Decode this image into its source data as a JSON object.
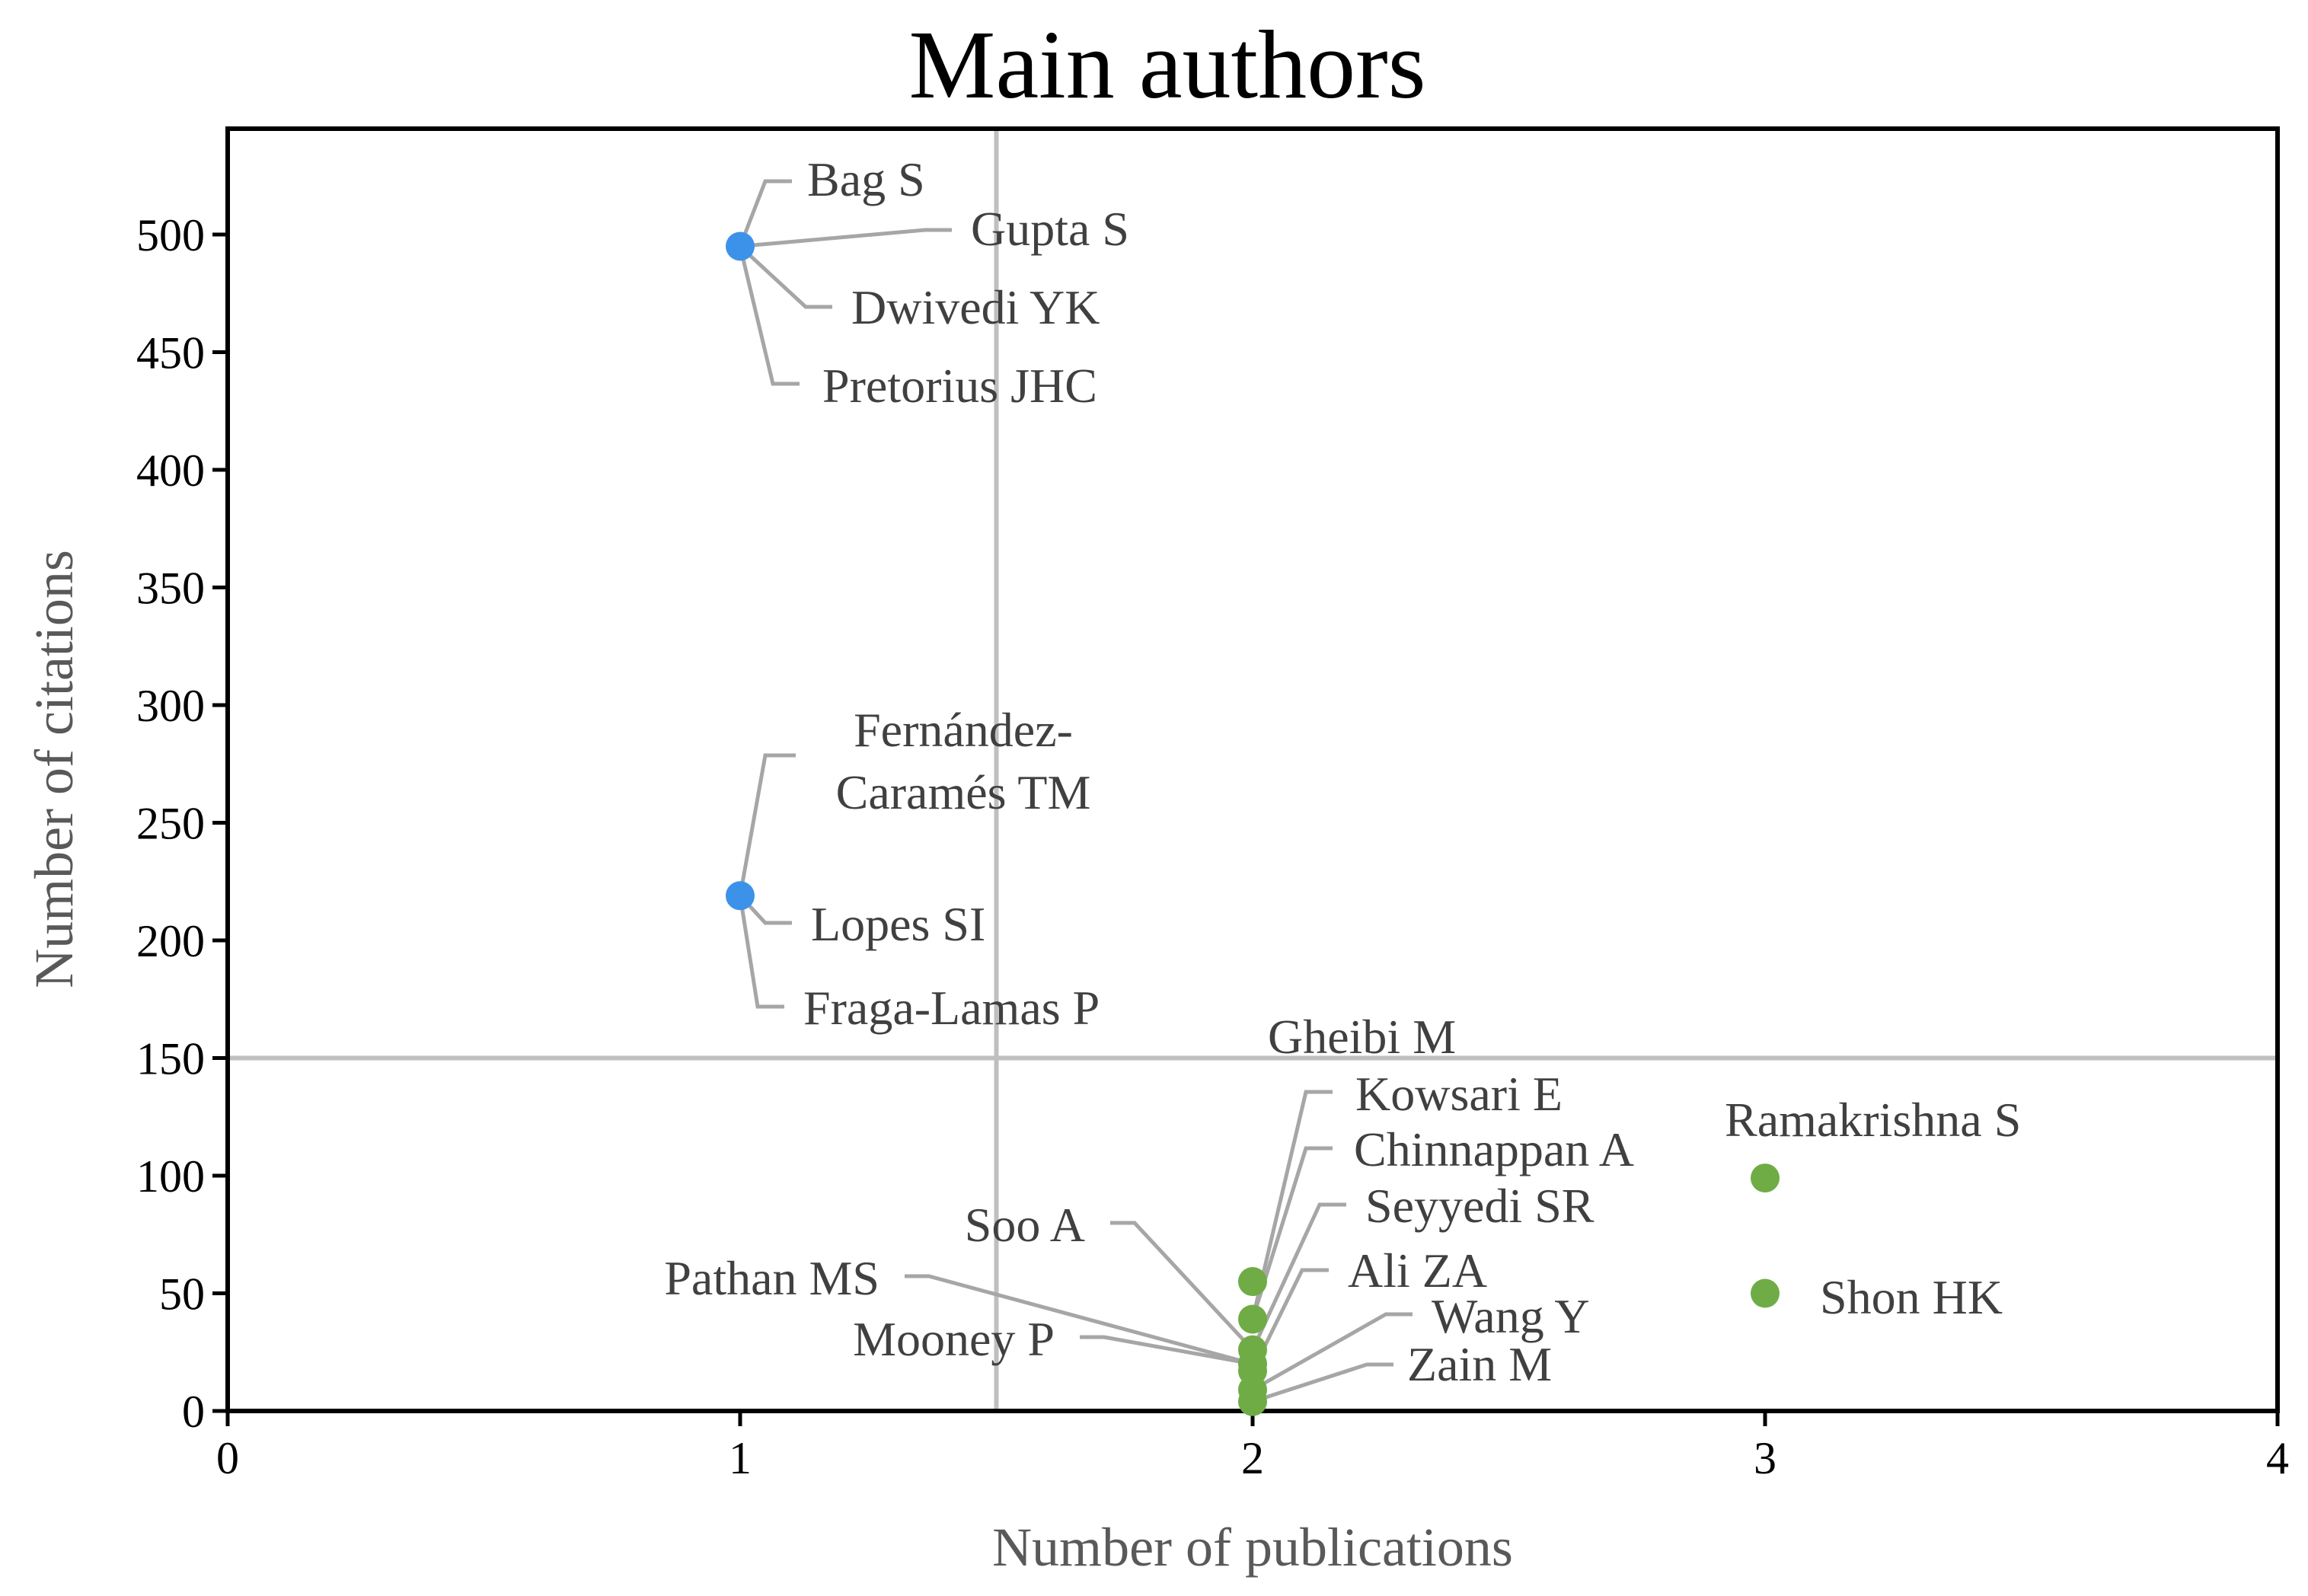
{
  "chart_data": {
    "type": "scatter",
    "title": "Main authors",
    "xlabel": "Number of publications",
    "ylabel": "Number of citations",
    "xlim": [
      0,
      4
    ],
    "ylim": [
      0,
      545
    ],
    "xticks": [
      0,
      1,
      2,
      3,
      4
    ],
    "yticks": [
      0,
      50,
      100,
      150,
      200,
      250,
      300,
      350,
      400,
      450,
      500
    ],
    "grid": false,
    "reference_lines": {
      "x": 1.5,
      "y": 150
    },
    "colors": {
      "high_impact": "#3c92e8",
      "other": "#6fac46"
    },
    "points": [
      {
        "x": 1,
        "y": 495,
        "group": "high_impact",
        "labels": [
          "Bag S",
          "Gupta S",
          "Dwivedi YK",
          "Pretorius JHC"
        ]
      },
      {
        "x": 1,
        "y": 219,
        "group": "high_impact",
        "labels": [
          "Fernández-Caramés TM",
          "Lopes SI",
          "Fraga-Lamas P"
        ]
      },
      {
        "x": 3,
        "y": 99,
        "group": "other",
        "labels": [
          "Ramakrishna S"
        ]
      },
      {
        "x": 3,
        "y": 50,
        "group": "other",
        "labels": [
          "Shon HK"
        ]
      },
      {
        "x": 2,
        "y": 55,
        "group": "other",
        "labels": [
          "Gheibi M"
        ]
      },
      {
        "x": 2,
        "y": 39,
        "group": "other",
        "labels": [
          "Kowsari E",
          "Chinnappan A"
        ]
      },
      {
        "x": 2,
        "y": 26,
        "group": "other",
        "labels": [
          "Seyyedi SR",
          "Soo A"
        ]
      },
      {
        "x": 2,
        "y": 20,
        "group": "other",
        "labels": [
          "Pathan MS",
          "Mooney P"
        ]
      },
      {
        "x": 2,
        "y": 17,
        "group": "other",
        "labels": [
          "Ali ZA"
        ]
      },
      {
        "x": 2,
        "y": 9,
        "group": "other",
        "labels": [
          "Wang Y"
        ]
      },
      {
        "x": 2,
        "y": 4,
        "group": "other",
        "labels": [
          "Zain M"
        ]
      }
    ]
  }
}
